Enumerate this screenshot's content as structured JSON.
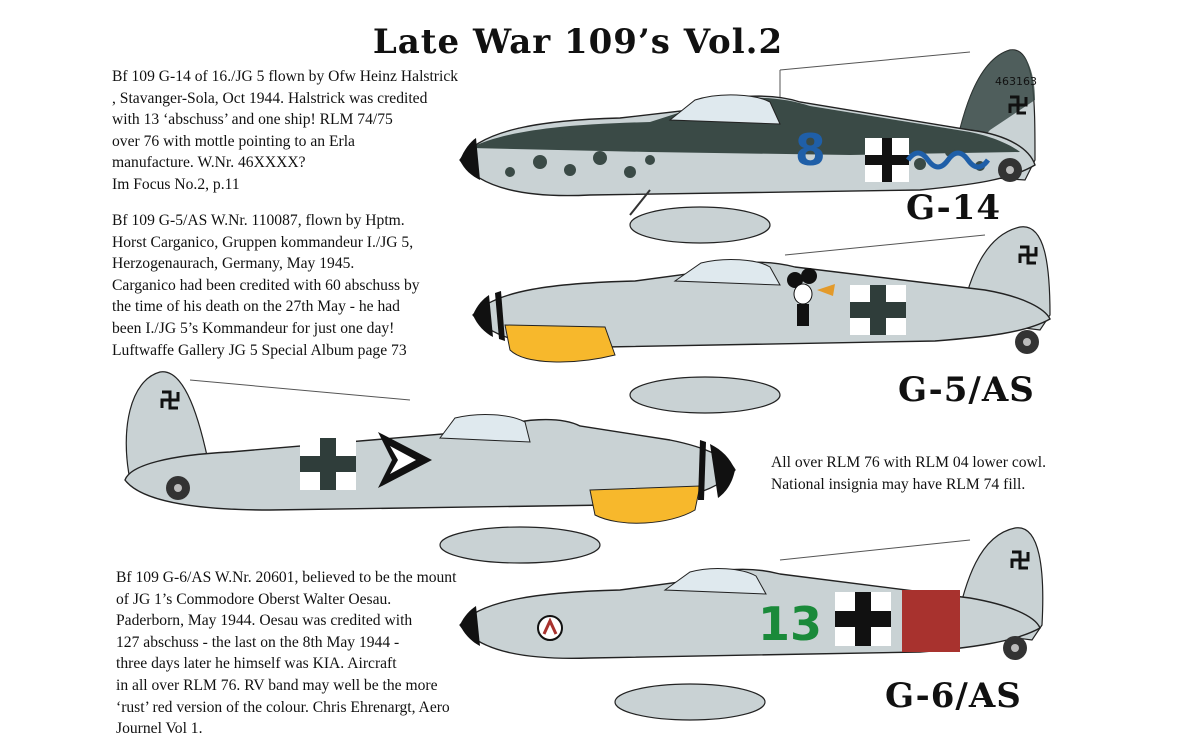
{
  "title": "Late War 109’s Vol.2",
  "captions": {
    "g14": "Bf 109 G-14 of 16./JG 5 flown by Ofw Heinz Halstrick\n, Stavanger-Sola, Oct 1944. Halstrick was credited\nwith 13 ‘abschuss’ and one ship! RLM 74/75\nover 76 with mottle pointing to an Erla\nmanufacture. W.Nr. 46XXXX?\nIm Focus No.2,  p.11",
    "g5": "Bf 109 G-5/AS W.Nr. 110087, flown by Hptm.\nHorst Carganico, Gruppen kommandeur I./JG 5,\nHerzogenaurach, Germany, May 1945.\nCarganico had been credited with 60 abschuss by\nthe time of his death on the 27th May - he had\nbeen I./JG 5’s Kommandeur for just one day!\nLuftwaffe Gallery JG 5 Special Album page 73",
    "g5_note": "All over RLM 76 with RLM 04 lower cowl.\nNational insignia may have RLM 74 fill.",
    "g6": "Bf 109 G-6/AS W.Nr. 20601, believed to be the mount\nof JG 1’s Commodore Oberst Walter Oesau.\nPaderborn, May 1944. Oesau was credited with\n127 abschuss - the last on the 8th May 1944 -\nthree days later he himself was KIA. Aircraft\nin all over RLM 76. RV band may well be the more\n‘rust’ red version of the colour. Chris Ehrenargt, Aero\nJournel Vol 1."
  },
  "labels": {
    "g14": "G-14",
    "g5": "G-5/AS",
    "g6": "G-6/AS"
  },
  "markings": {
    "g14_number": "8",
    "g14_serial": "463163",
    "g6_number": "13"
  },
  "colors": {
    "rlm76": "#c9d2d4",
    "rlm74": "#3a4a46",
    "rlm04_yellow": "#f7b82c",
    "g14_number": "#1f5fa8",
    "g6_number": "#1a8a3a",
    "rv_band": "#a8322e"
  }
}
